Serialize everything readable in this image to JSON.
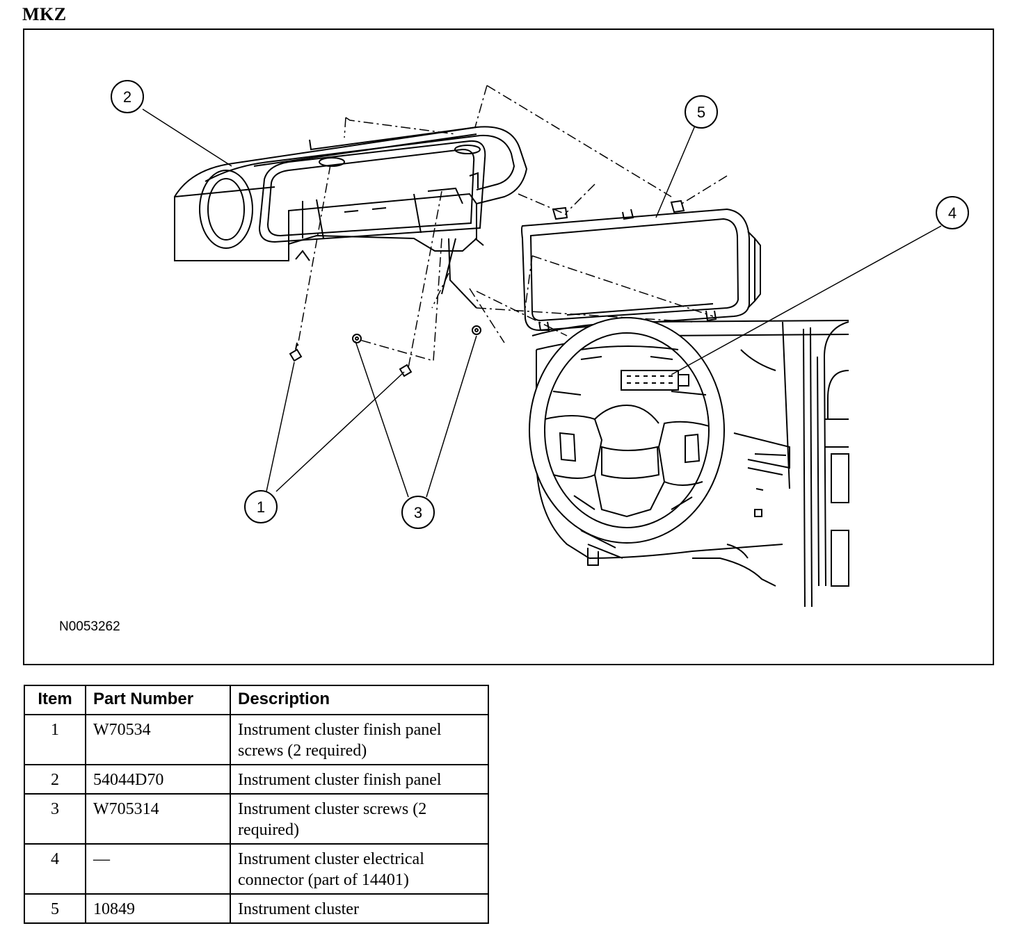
{
  "model_title": "MKZ",
  "figure": {
    "id": "N0053262",
    "callouts": [
      "1",
      "2",
      "3",
      "4",
      "5"
    ]
  },
  "table": {
    "headers": {
      "item": "Item",
      "part_number": "Part Number",
      "description": "Description"
    },
    "rows": [
      {
        "item": "1",
        "part_number": "W70534",
        "description": "Instrument cluster finish panel screws (2 required)"
      },
      {
        "item": "2",
        "part_number": "54044D70",
        "description": "Instrument cluster finish panel"
      },
      {
        "item": "3",
        "part_number": "W705314",
        "description": "Instrument cluster screws (2 required)"
      },
      {
        "item": "4",
        "part_number": "—",
        "description": "Instrument cluster electrical connector (part of 14401)"
      },
      {
        "item": "5",
        "part_number": "10849",
        "description": "Instrument cluster"
      }
    ]
  }
}
